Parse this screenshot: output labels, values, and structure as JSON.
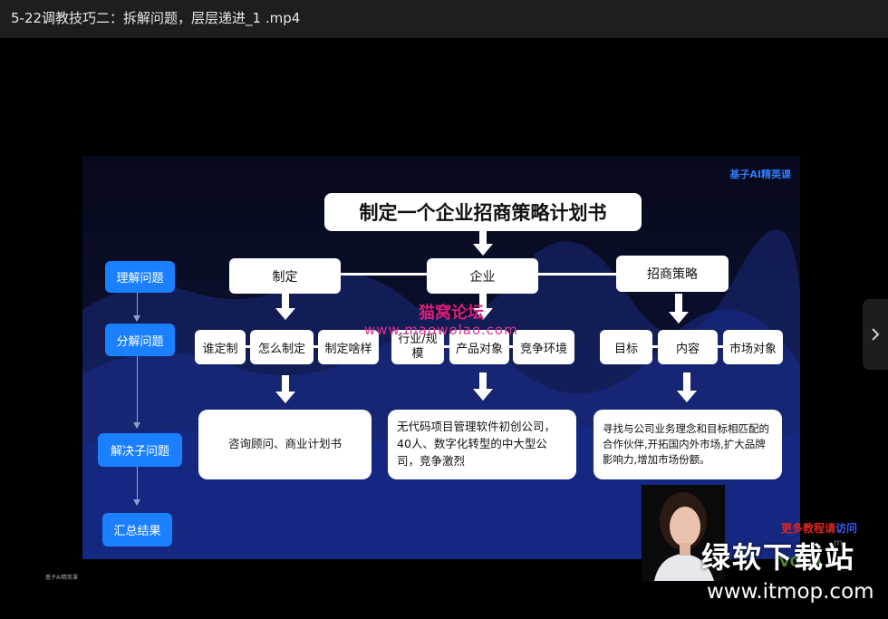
{
  "window": {
    "title": "5-22调教技巧二：拆解问题，层层递进_1 .mp4"
  },
  "slide": {
    "brand": "基子AI精英课",
    "main_title": "制定一个企业招商策略计划书",
    "level1": [
      "制定",
      "企业",
      "招商策略"
    ],
    "level2": [
      [
        "谁定制",
        "怎么制定",
        "制定啥样"
      ],
      [
        "行业/规模",
        "产品对象",
        "竞争环境"
      ],
      [
        "目标",
        "内容",
        "市场对象"
      ]
    ],
    "level3": [
      "咨询顾问、商业计划书",
      "无代码项目管理软件初创公司，40人、数字化转型的中大型公司，竞争激烈",
      "寻找与公司业务理念和目标相匹配的合作伙伴,开拓国内外市场,扩大品牌影响力,增加市场份额。"
    ],
    "steps": [
      "理解问题",
      "分解问题",
      "解决子问题",
      "汇总结果"
    ],
    "watermark_name": "猫窝论坛",
    "watermark_url": "www.maowolao.com",
    "footnote": "基子AI精英课"
  },
  "overlays": {
    "promo_red": "更多教程请",
    "promo_blue": "访问",
    "promo_gray": "m",
    "promo_green": "VQ:        0",
    "site_name": "绿软下载站",
    "site_url": "www.itmop.com"
  },
  "colors": {
    "step_blue": "#1a80ff",
    "brand_blue": "#2f7cf7",
    "watermark_pink": "#d81e7a"
  },
  "icons": {
    "next": "chevron-right-icon",
    "arrow": "down-arrow-icon"
  }
}
